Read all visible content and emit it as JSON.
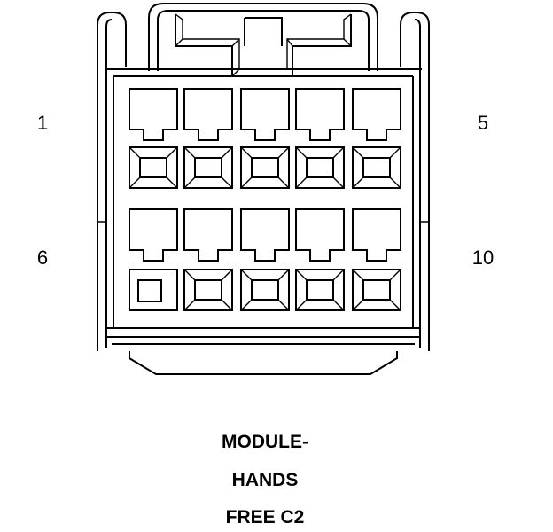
{
  "pin_labels": {
    "top_left": "1",
    "top_right": "5",
    "bottom_left": "6",
    "bottom_right": "10"
  },
  "caption": {
    "line1": "MODULE-",
    "line2": "HANDS",
    "line3": "FREE C2"
  },
  "colors": {
    "stroke": "#000000",
    "background": "#ffffff"
  }
}
